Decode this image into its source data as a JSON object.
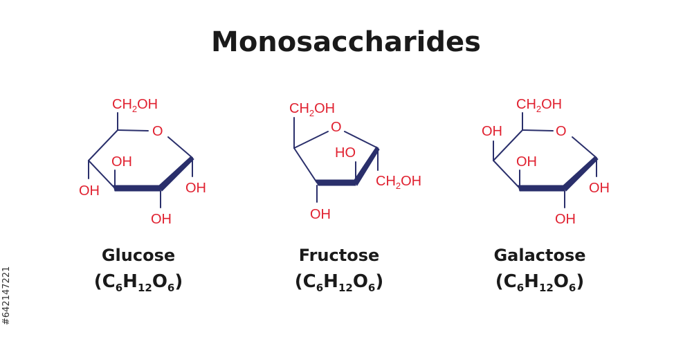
{
  "title": "Monosaccharides",
  "side_id": "#642147221",
  "atoms": {
    "ch2oh": "CH",
    "ch2oh_sub": "2",
    "ch2oh_tail": "OH",
    "o": "O",
    "oh": "OH",
    "ho": "HO"
  },
  "molecules": [
    {
      "name": "Glucose",
      "formula": {
        "c": "C",
        "c_sub": "6",
        "h": "H",
        "h_sub": "12",
        "o": "O",
        "o_sub": "6"
      }
    },
    {
      "name": "Fructose",
      "formula": {
        "c": "C",
        "c_sub": "6",
        "h": "H",
        "h_sub": "12",
        "o": "O",
        "o_sub": "6"
      }
    },
    {
      "name": "Galactose",
      "formula": {
        "c": "C",
        "c_sub": "6",
        "h": "H",
        "h_sub": "12",
        "o": "O",
        "o_sub": "6"
      }
    }
  ],
  "colors": {
    "atom_label": "#e0202f",
    "bond": "#2a2f6b",
    "text": "#1a1a1a"
  }
}
